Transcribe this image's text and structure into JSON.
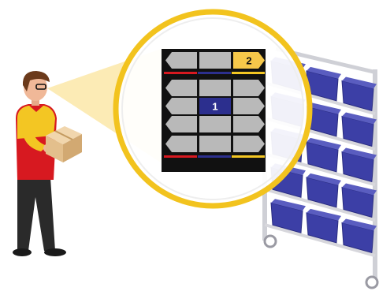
{
  "grid": {
    "rows": [
      [
        {
          "shape": "arrow-left",
          "state": "empty",
          "label": ""
        },
        {
          "shape": "box",
          "state": "empty",
          "label": ""
        },
        {
          "shape": "arrow-right",
          "state": "yellow",
          "label": "2"
        }
      ],
      [
        {
          "shape": "arrow-left",
          "state": "empty",
          "label": ""
        },
        {
          "shape": "box",
          "state": "empty",
          "label": ""
        },
        {
          "shape": "arrow-right",
          "state": "empty",
          "label": ""
        }
      ],
      [
        {
          "shape": "arrow-left",
          "state": "empty",
          "label": ""
        },
        {
          "shape": "box",
          "state": "blue",
          "label": "1"
        },
        {
          "shape": "arrow-right",
          "state": "empty",
          "label": ""
        }
      ],
      [
        {
          "shape": "arrow-left",
          "state": "empty",
          "label": ""
        },
        {
          "shape": "box",
          "state": "empty",
          "label": ""
        },
        {
          "shape": "arrow-right",
          "state": "empty",
          "label": ""
        }
      ],
      [
        {
          "shape": "arrow-left",
          "state": "empty",
          "label": ""
        },
        {
          "shape": "box",
          "state": "empty",
          "label": ""
        },
        {
          "shape": "arrow-right",
          "state": "empty",
          "label": ""
        }
      ]
    ],
    "divider_colors": [
      "#d71920",
      "#2c2f8e",
      "#f3c623"
    ]
  },
  "colors": {
    "magnifier_ring": "#f2c31e",
    "light_beam": "#fbe7a8",
    "panel_bg": "#111111",
    "cell_empty": "#b9b9b9",
    "cell_yellow": "#f6c84a",
    "cell_blue": "#2c2f8e",
    "bin": "#3c3fa6",
    "shelf": "#d7d7dc",
    "shirt_red": "#d71920",
    "shirt_yellow": "#f3c623",
    "box": "#e6c79a"
  },
  "icons": {
    "worker": "warehouse-worker-icon",
    "parcel": "parcel-box-icon",
    "rack": "shelving-rack-icon"
  }
}
